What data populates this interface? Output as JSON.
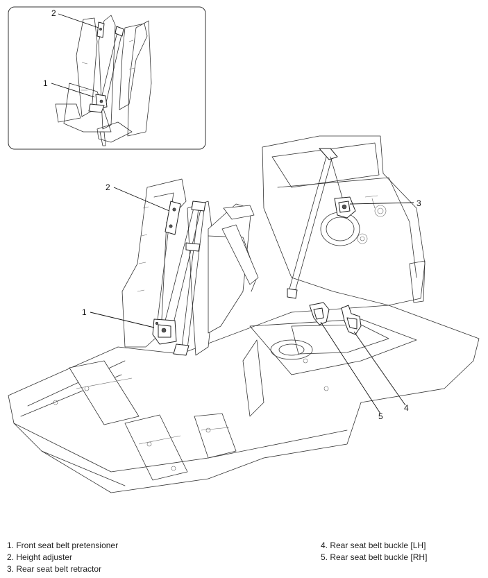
{
  "callouts": {
    "inset_1": "1",
    "inset_2": "2",
    "main_1": "1",
    "main_2": "2",
    "main_3": "3",
    "main_4": "4",
    "main_5": "5"
  },
  "legend": {
    "left": [
      "1. Front seat belt pretensioner",
      "2. Height adjuster",
      "3. Rear seat belt retractor"
    ],
    "right": [
      "4. Rear seat belt buckle [LH]",
      "5. Rear seat belt buckle [RH]"
    ]
  }
}
